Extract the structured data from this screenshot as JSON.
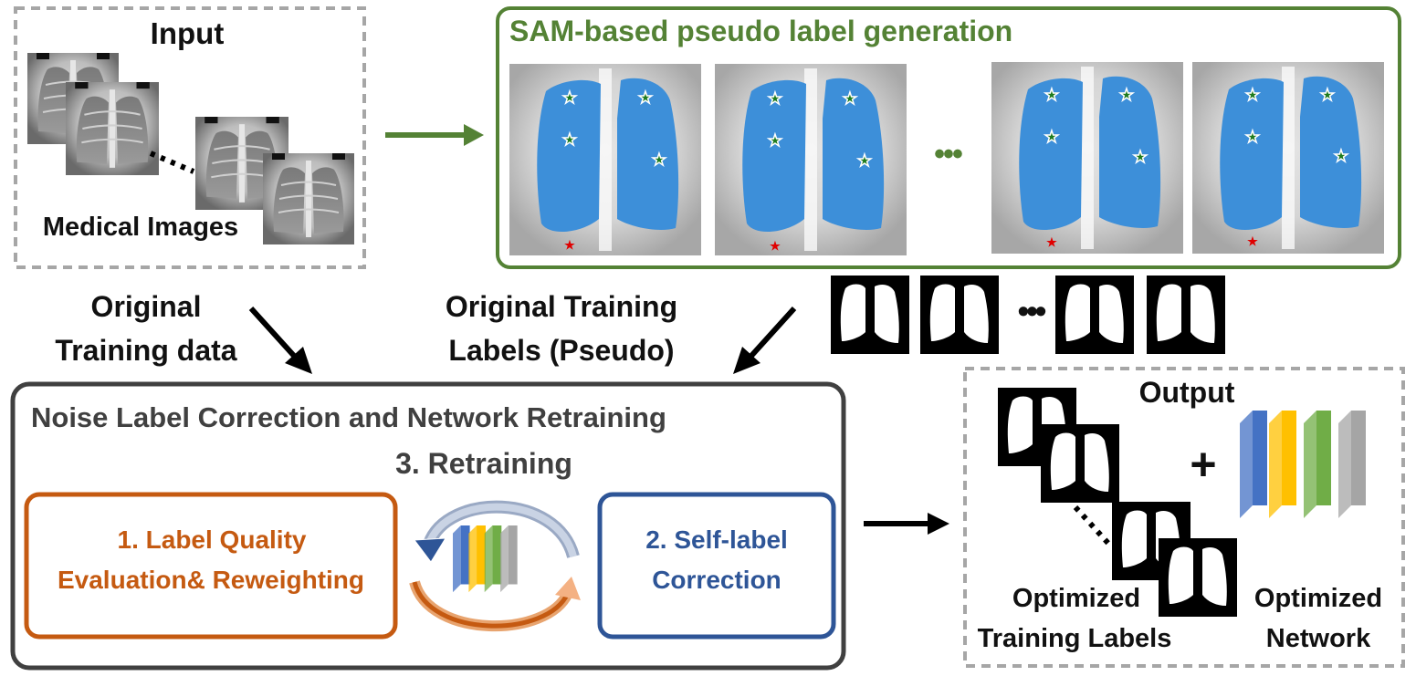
{
  "input": {
    "title": "Input",
    "caption": "Medical Images"
  },
  "sam": {
    "title": "SAM-based pseudo label generation",
    "ellipsis": "•••"
  },
  "arrow_labels": {
    "original_data_1": "Original",
    "original_data_2": "Training data",
    "original_labels_1": "Original Training",
    "original_labels_2": "Labels (Pseudo)"
  },
  "mask_ellipsis": "•••",
  "noise": {
    "title": "Noise Label Correction and Network Retraining",
    "retraining": "3. Retraining",
    "step1_line1": "1. Label Quality",
    "step1_line2": "Evaluation& Reweighting",
    "step2_line1": "2. Self-label",
    "step2_line2": "Correction"
  },
  "output": {
    "title": "Output",
    "plus": "+",
    "labels_line1": "Optimized",
    "labels_line2": "Training Labels",
    "network_line1": "Optimized",
    "network_line2": "Network"
  },
  "colors": {
    "green": "#548235",
    "orange": "#c55a11",
    "blue": "#2e5597",
    "lung_fill": "#3d8fd9",
    "dark_border": "#404040",
    "dashed": "#a6a6a6"
  }
}
